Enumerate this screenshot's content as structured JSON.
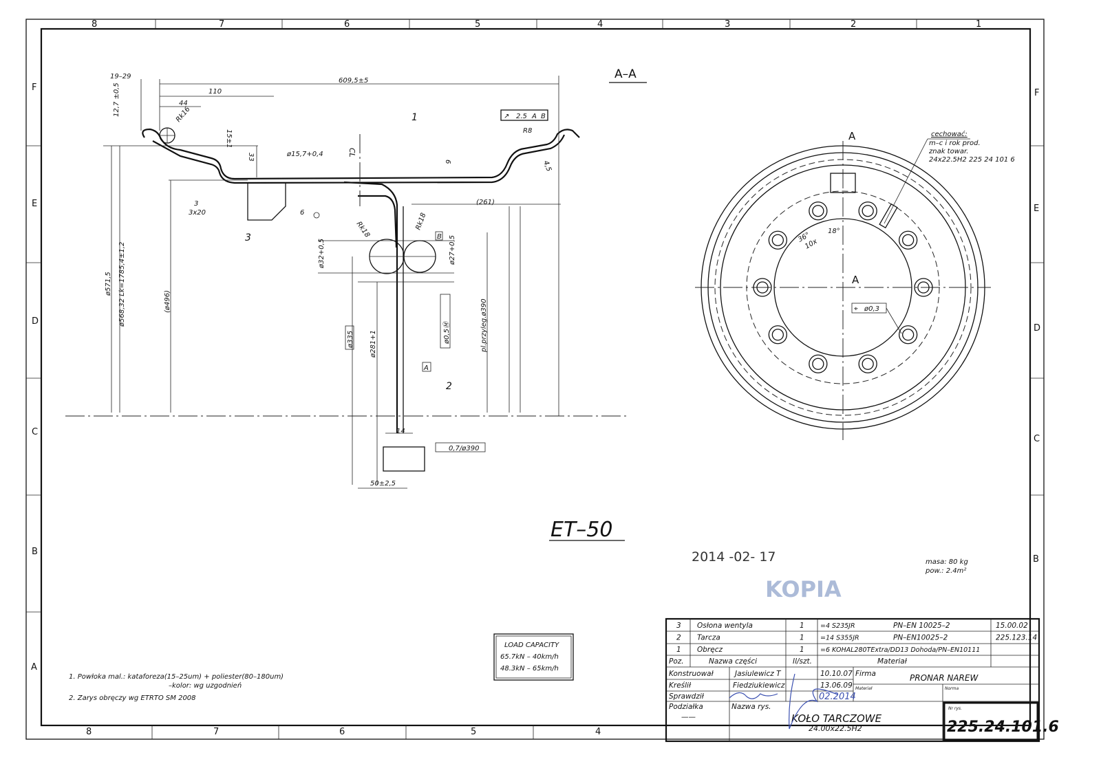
{
  "zones": {
    "top": [
      "8",
      "7",
      "6",
      "5",
      "4",
      "3",
      "2",
      "1"
    ],
    "bottom": [
      "8",
      "7",
      "6",
      "5",
      "4"
    ],
    "left": [
      "F",
      "E",
      "D",
      "C",
      "B",
      "A"
    ],
    "right": [
      "F",
      "E",
      "D",
      "C",
      "B"
    ]
  },
  "section_label": "A–A",
  "section_marker": "A",
  "dimensions": {
    "d19_29": "19–29",
    "d609": "609,5±5",
    "d110": "110",
    "d44": "44",
    "rk16": "Rk16",
    "d12_7": "12,7 ±0,5",
    "d15": "15±1",
    "d33": "33",
    "d15_7": "ø15,7+0,4",
    "d6": "6",
    "d4_5": "4,5",
    "r8": "R8",
    "runout": "2.5",
    "datum_a": "A",
    "datum_b": "B",
    "d261": "(261)",
    "weld3": "3",
    "weld3x20": "3x20",
    "weld6": "6",
    "rk18a": "Rk18",
    "rk18b": "Rk18",
    "d32": "ø32+0,5",
    "d27": "ø27+0,5",
    "d571": "ø571,5",
    "d568": "ø568,32  Lk=1785,4±1,2",
    "d496": "(ø496)",
    "d335": "ø335",
    "d281": "ø281+1",
    "pos05": "ø0,5Ⓜ",
    "d390": "pl.przyleg.ø390",
    "d14": "14",
    "flat": "0,7/ø390",
    "d50": "50±2,5",
    "pos1": "1",
    "pos2": "2",
    "pos3": "3",
    "cl": "CL"
  },
  "wheel_view": {
    "marker_a": "A",
    "center_a": "A",
    "angle36": "36°",
    "count": "10x",
    "angle18": "18°",
    "position_tol": "ø0,3",
    "marking_title": "cechować:",
    "marking_lines": [
      "m–c i rok prod.",
      "znak towar.",
      "24x22.5H2 225 24 101 6"
    ]
  },
  "et_label": "ET–50",
  "stamp_date": "2014 -02- 17",
  "stamp_copy": "KOPIA",
  "mass": "masa: 80 kg",
  "surface": "pow.: 2.4m²",
  "load_capacity": {
    "title": "LOAD CAPACITY",
    "rows": [
      "65.7kN  –  40km/h",
      "48.3kN  –  65km/h"
    ]
  },
  "notes": [
    "1. Powłoka mal.: kataforeza(15–25um) + poliester(80–180um)",
    "–kolor: wg uzgodnień",
    "2. Zarys obręczy wg ETRTO SM 2008"
  ],
  "title_block": {
    "parts": [
      {
        "pos": "3",
        "name": "Osłona wentyla",
        "qty": "1",
        "material": "=4  S235JR",
        "norm": "PN–EN 10025–2",
        "ref": "15.00.02"
      },
      {
        "pos": "2",
        "name": "Tarcza",
        "qty": "1",
        "material": "=14  S355JR",
        "norm": "PN–EN10025–2",
        "ref": "225.123.14"
      },
      {
        "pos": "1",
        "name": "Obręcz",
        "qty": "1",
        "material": "=6  KOHAL280TExtra/DD13 Dohoda/PN–EN10111",
        "norm": "",
        "ref": ""
      }
    ],
    "headers": {
      "pos": "Poz.",
      "name": "Nazwa części",
      "qty": "Il/szt.",
      "material": "Materiał"
    },
    "designed_label": "Konstruował",
    "designed_by": "Jasiulewicz T",
    "designed_date": "10.10.07",
    "drawn_label": "Kreślił",
    "drawn_by": "Fiedziukiewicz",
    "drawn_date": "13.06.09",
    "checked_label": "Sprawdził",
    "checked_date": "02.2014",
    "scale_label": "Podziałka",
    "scale_value": "——",
    "drawing_name_label": "Nazwa rys.",
    "drawing_name": "KOŁO TARCZOWE",
    "drawing_sub": "24.00x22.5H2",
    "company_label": "Firma",
    "company": "PRONAR NAREW",
    "material_label": "Materiał",
    "norm_label": "Norma",
    "number_label": "Nr rys.",
    "number": "225.24.101.6"
  },
  "colors": {
    "ink": "#111111",
    "stamp": "#8a9fc8",
    "signature": "#3a4fb0"
  }
}
